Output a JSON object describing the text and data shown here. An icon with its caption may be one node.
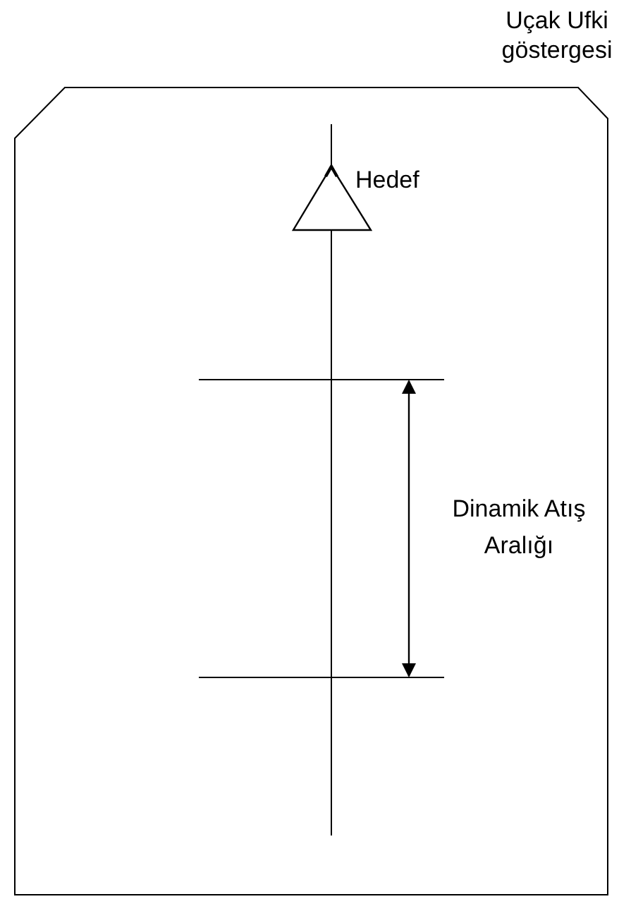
{
  "diagram": {
    "nodes": [
      {
        "text": [
          "Uçak Ufki göstergesi"
        ]
      },
      {
        "text": [],
        "shape": "triangle",
        "in": 0,
        "beside": [
          "Hedef"
        ]
      }
    ],
    "labels": [
      "Dinamik Atış Aralığı"
    ]
  }
}
